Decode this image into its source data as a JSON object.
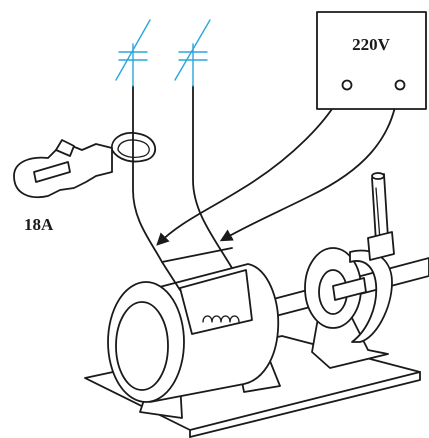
{
  "supply": {
    "voltage_label": "220V"
  },
  "clamp_meter": {
    "reading": "18A"
  },
  "colors": {
    "line": "#1a1a1a",
    "capacitor": "#2aa6dc",
    "background": "#ffffff"
  },
  "icons": [
    "capacitor-symbol",
    "clamp-meter",
    "electric-motor",
    "belt-pulley",
    "power-supply-box"
  ]
}
